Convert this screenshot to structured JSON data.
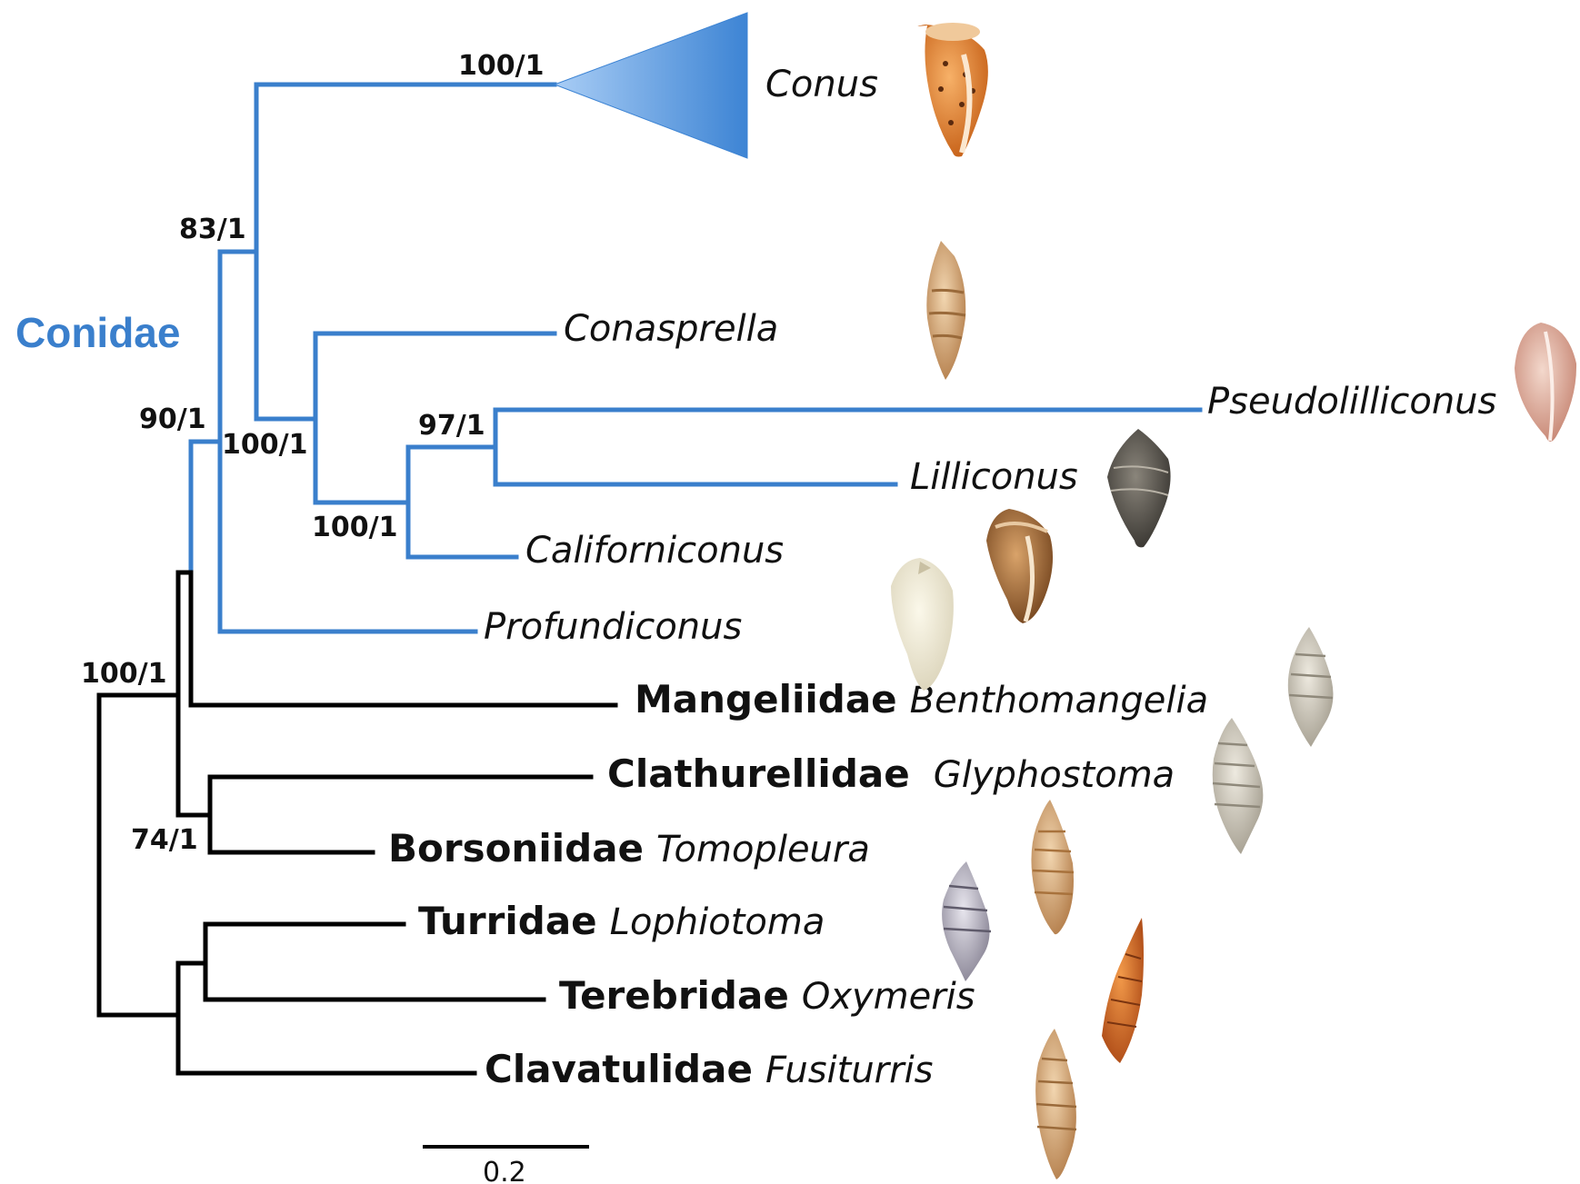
{
  "colors": {
    "conidae": "#3a7fcc",
    "outgroup": "#000000",
    "triangle_light": "#a9cdf5",
    "triangle_dark": "#3d84d4"
  },
  "clade": {
    "name": "Conidae"
  },
  "support": {
    "conus": "100/1",
    "n83": "83/1",
    "n90": "90/1",
    "n100a": "100/1",
    "n97": "97/1",
    "n100b": "100/1",
    "root": "100/1",
    "n74": "74/1"
  },
  "taxa": {
    "conus": {
      "genus": "Conus"
    },
    "conasprella": {
      "genus": "Conasprella"
    },
    "pseudolilliconus": {
      "genus": "Pseudolilliconus"
    },
    "lilliconus": {
      "genus": "Lilliconus"
    },
    "californiconus": {
      "genus": "Californiconus"
    },
    "profundiconus": {
      "genus": "Profundiconus"
    },
    "mangeliidae": {
      "family": "Mangeliidae",
      "genus": "Benthomangelia"
    },
    "clathurellidae": {
      "family": "Clathurellidae",
      "genus": "Glyphostoma"
    },
    "borsoniidae": {
      "family": "Borsoniidae",
      "genus": "Tomopleura"
    },
    "turridae": {
      "family": "Turridae",
      "genus": "Lophiotoma"
    },
    "terebridae": {
      "family": "Terebridae",
      "genus": "Oxymeris"
    },
    "clavatulidae": {
      "family": "Clavatulidae",
      "genus": "Fusiturris"
    }
  },
  "scale": {
    "label": "0.2"
  }
}
